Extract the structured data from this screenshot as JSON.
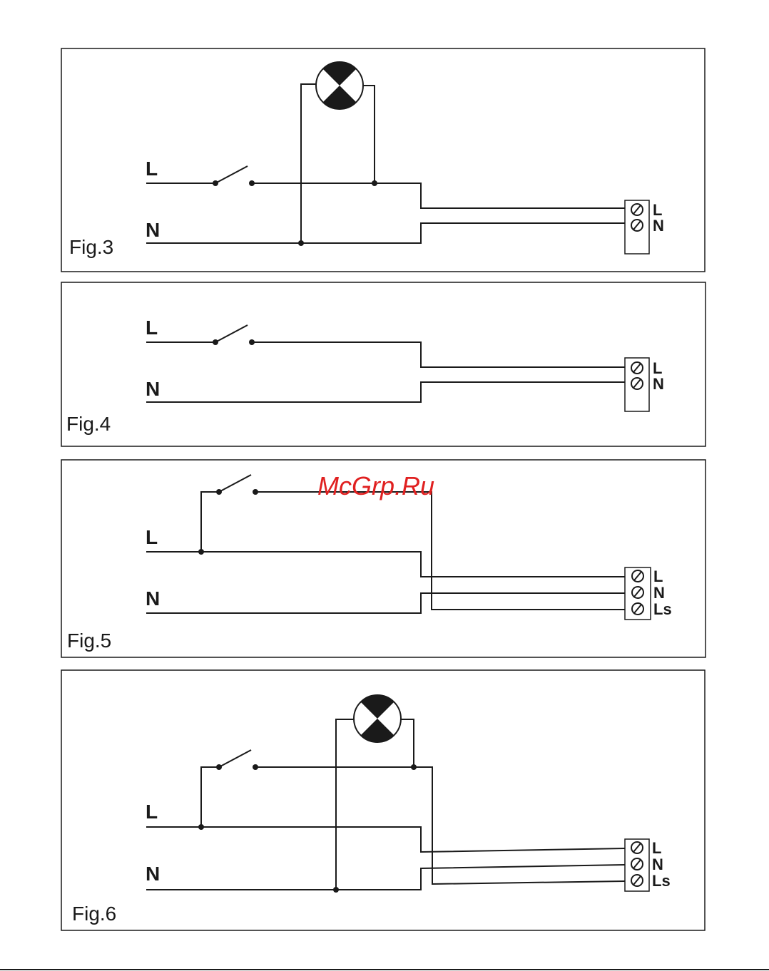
{
  "watermark": "McGrp.Ru",
  "figures": [
    {
      "label": "Fig.3",
      "line_label": "L",
      "neutral_label": "N",
      "terminals": [
        "L",
        "N"
      ]
    },
    {
      "label": "Fig.4",
      "line_label": "L",
      "neutral_label": "N",
      "terminals": [
        "L",
        "N"
      ]
    },
    {
      "label": "Fig.5",
      "line_label": "L",
      "neutral_label": "N",
      "terminals": [
        "L",
        "N",
        "Ls"
      ]
    },
    {
      "label": "Fig.6",
      "line_label": "L",
      "neutral_label": "N",
      "terminals": [
        "L",
        "N",
        "Ls"
      ]
    }
  ]
}
